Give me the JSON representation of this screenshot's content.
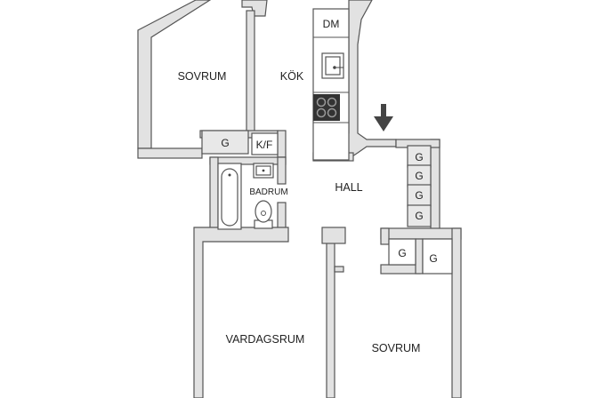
{
  "rooms": {
    "bedroom_top": "SOVRUM",
    "kitchen": "KÖK",
    "bathroom": "BADRUM",
    "hall": "HALL",
    "living_room": "VARDAGSRUM",
    "bedroom_bottom": "SOVRUM"
  },
  "fixtures": {
    "dishwasher": "DM",
    "fridge_freezer": "K/F",
    "storage_label": "G"
  },
  "colors": {
    "wall_fill": "#e2e2e2",
    "wall_stroke": "#555555",
    "stove": "#333333",
    "arrow": "#444444"
  },
  "icons": {
    "entrance": "arrow-down-icon"
  }
}
